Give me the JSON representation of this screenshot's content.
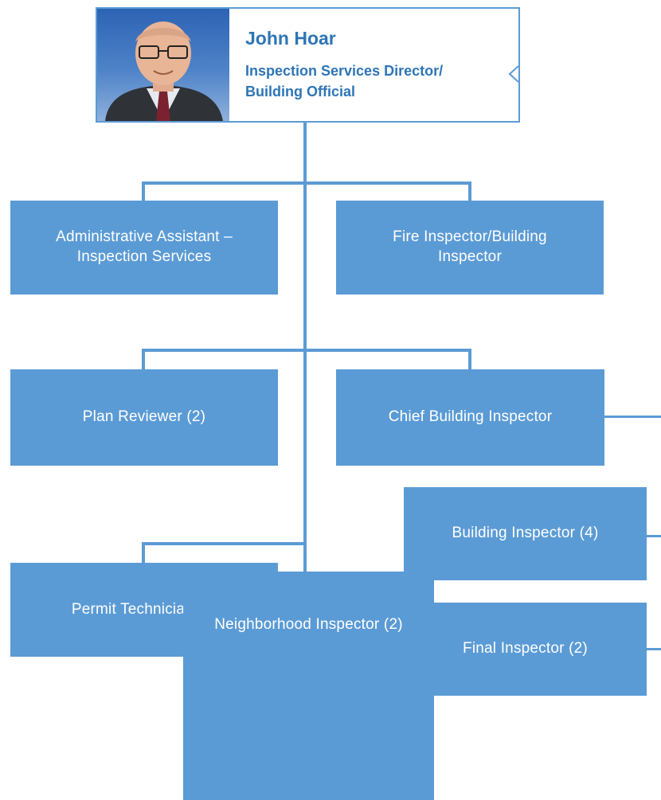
{
  "director": {
    "name": "John Hoar",
    "title": "Inspection Services Director/\nBuilding Official",
    "photo_icon": "portrait-photo"
  },
  "positions": {
    "admin_assistant": "Administrative Assistant –\nInspection Services",
    "fire_inspector": "Fire Inspector/Building\nInspector",
    "plan_reviewer": "Plan Reviewer (2)",
    "chief_building_inspector": "Chief Building Inspector",
    "building_inspector": "Building Inspector (4)",
    "permit_technician": "Permit Technician (2)",
    "final_inspector": "Final Inspector (2)",
    "neighborhood_inspector": "Neighborhood Inspector (2)"
  },
  "colors": {
    "box_fill": "#5b9bd5",
    "box_text": "#ffffff",
    "header_text": "#2e75b6",
    "connector": "#5b9bd5"
  }
}
